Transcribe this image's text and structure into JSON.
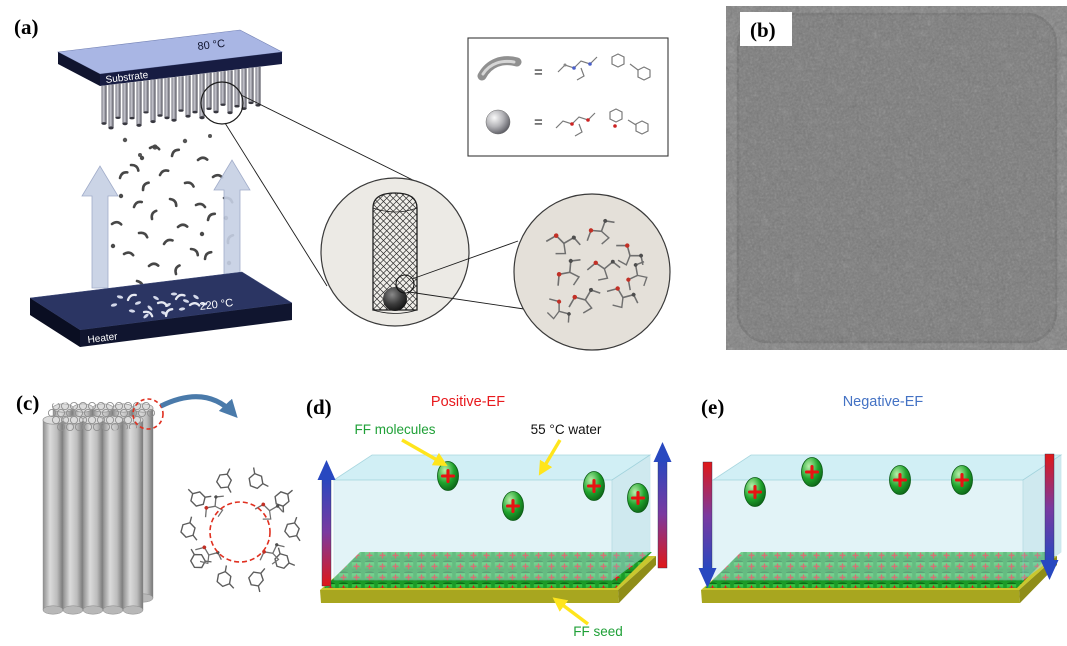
{
  "figure": {
    "colors": {
      "positive_ef": "#e8191d",
      "negative_ef": "#4472c4",
      "ff_green": "#1fa037",
      "label_black": "#111111"
    },
    "panel_a": {
      "label": "(a)",
      "substrate": "Substrate",
      "substrate_temp": "80 °C",
      "heater": "Heater",
      "heater_temp": "220 °C",
      "legend_eq_top": "=",
      "legend_eq_bottom": "="
    },
    "panel_b": {
      "label": "(b)"
    },
    "panel_c": {
      "label": "(c)"
    },
    "panel_d": {
      "label": "(d)",
      "ef_label": "Positive-EF",
      "molecules_label": "FF molecules",
      "water_label": "55 °C water",
      "seed_label": "FF seed"
    },
    "panel_e": {
      "label": "(e)",
      "ef_label": "Negative-EF"
    }
  }
}
